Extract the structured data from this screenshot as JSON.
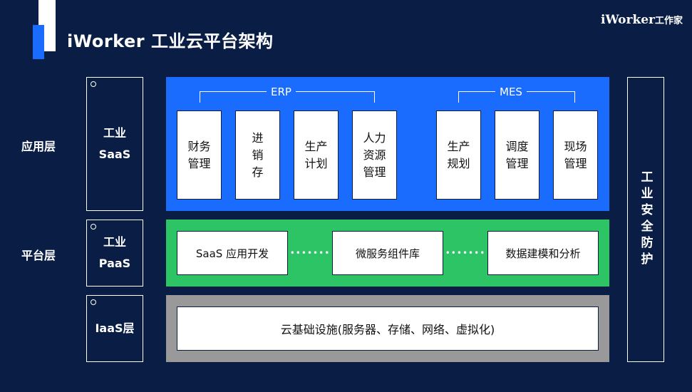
{
  "header": {
    "title": "iWorker 工业云平台架构",
    "brand": "iWorker",
    "brand_suffix": "工作家"
  },
  "layers": {
    "application": {
      "label": "应用层",
      "side_line1": "工业",
      "side_line2": "SaaS"
    },
    "platform": {
      "label": "平台层",
      "side_line1": "工业",
      "side_line2": "PaaS"
    },
    "infra": {
      "label": "",
      "side_line1": "IaaS层"
    }
  },
  "erp": {
    "label": "ERP",
    "modules": [
      "财务\n管理",
      "进\n销\n存",
      "生产\n计划",
      "人力\n资源\n管理"
    ]
  },
  "mes": {
    "label": "MES",
    "modules": [
      "生产\n规划",
      "调度\n管理",
      "现场\n管理"
    ]
  },
  "paas_items": [
    "SaaS 应用开发",
    "微服务组件库",
    "数据建模和分析"
  ],
  "paas_connector": "•••••••",
  "iaas_item": "云基础设施(服务器、存储、网络、虚拟化)",
  "security": "工业安全防护",
  "colors": {
    "background": "#0a1e45",
    "saas": "#1a6cff",
    "paas": "#2cc464",
    "iaas": "#999999"
  }
}
